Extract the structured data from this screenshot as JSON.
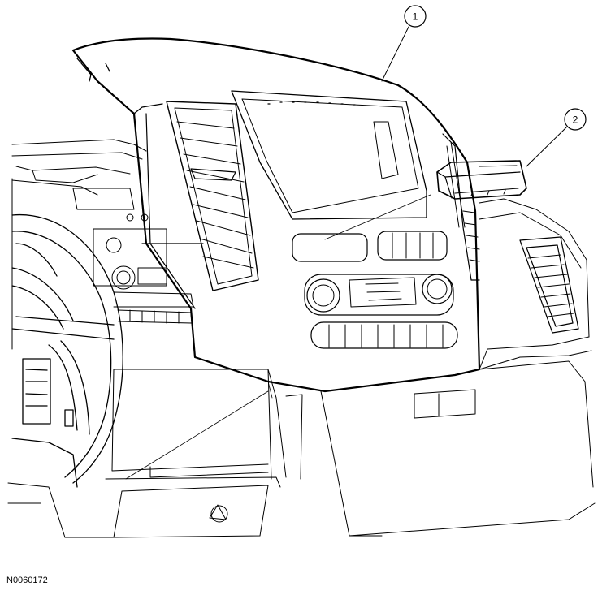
{
  "callouts": [
    {
      "label": "1"
    },
    {
      "label": "2"
    }
  ],
  "figure_id": "N0060172"
}
